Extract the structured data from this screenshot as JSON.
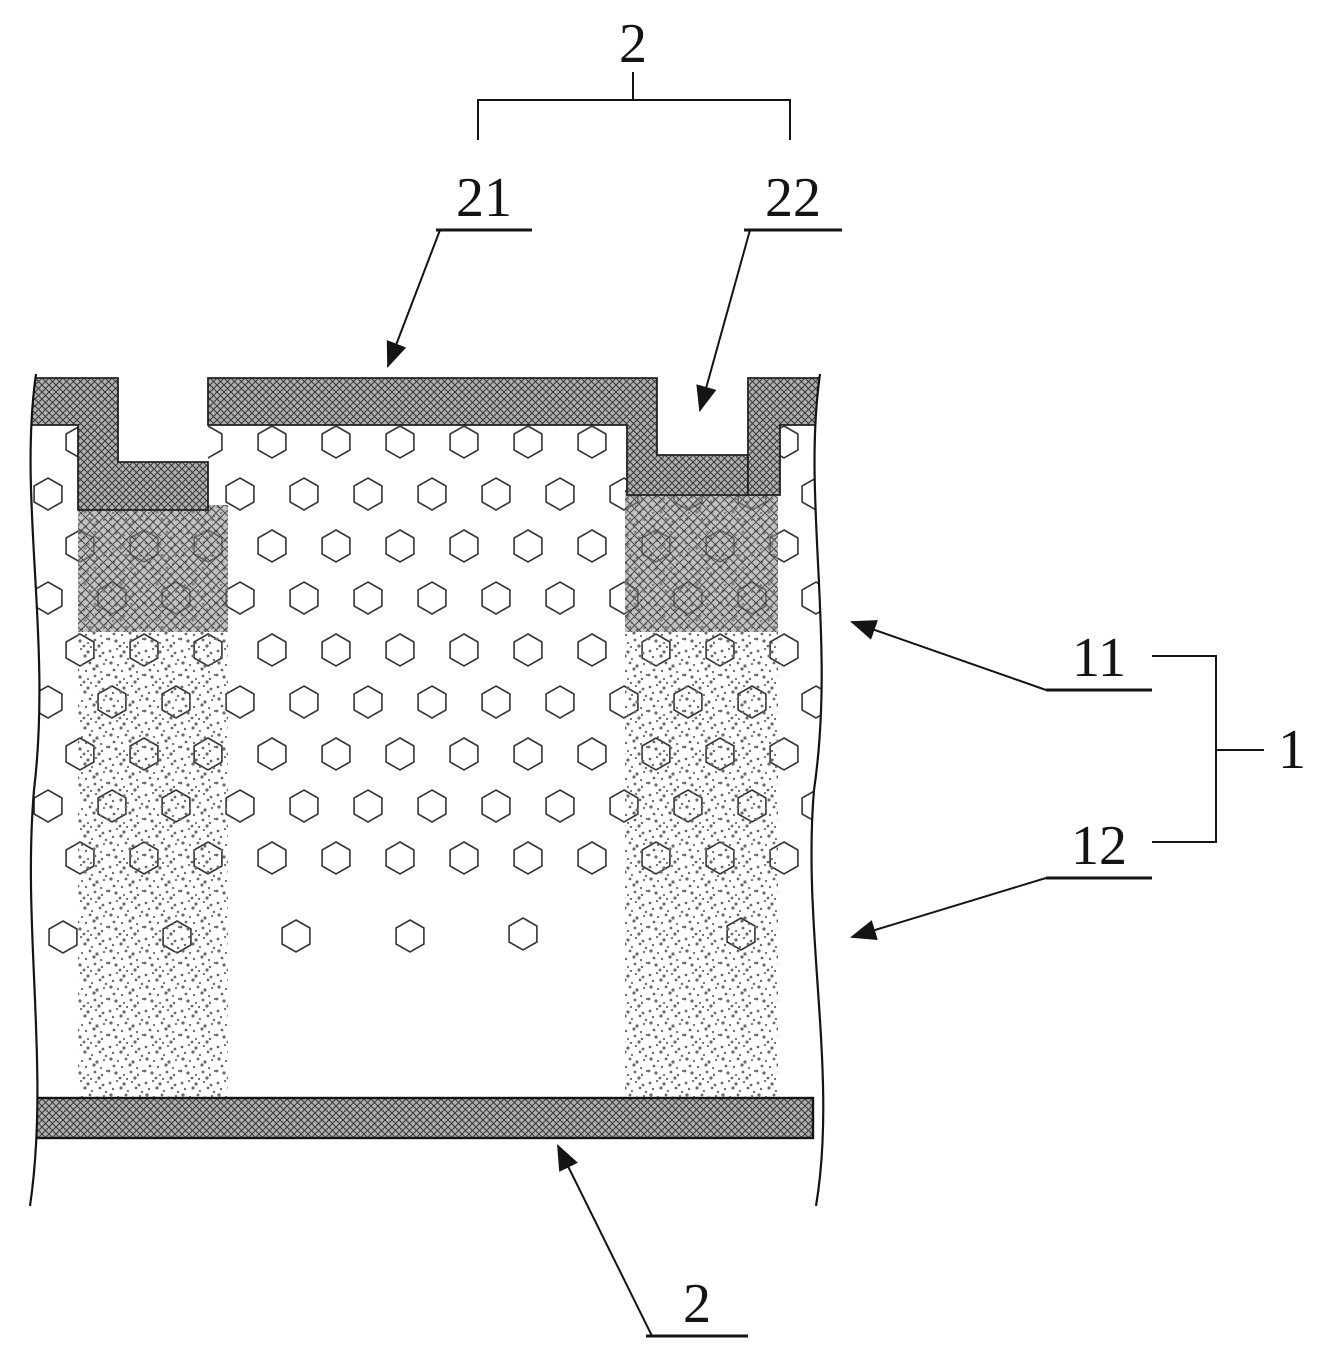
{
  "figure": {
    "kind": "patent-cross-section-diagram",
    "labels": {
      "top_assembly": "2",
      "top_layer": "21",
      "notch": "22",
      "upper_region": "11",
      "lower_region": "12",
      "substrate": "1",
      "bottom_layer": "2"
    },
    "colors": {
      "line": "#141414",
      "hatch_fill": "#b0b0b0",
      "hatch_stroke": "#3c3c3c",
      "hex_stroke": "#333333",
      "stipple_dot": "#6a6a6a",
      "dark_region_fill": "#8f8f8f",
      "background": "#ffffff"
    }
  }
}
